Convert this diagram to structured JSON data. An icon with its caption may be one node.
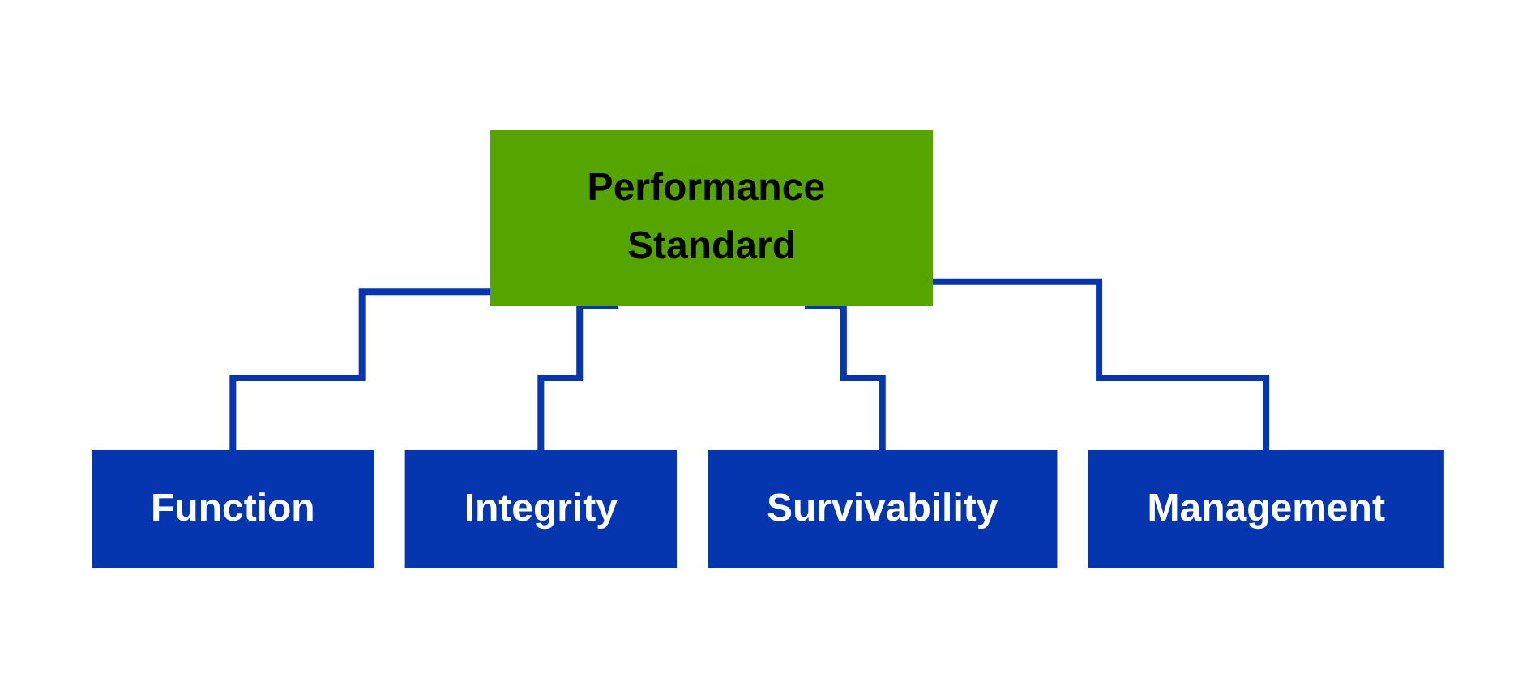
{
  "diagram": {
    "nodes": [
      {
        "text": [
          "Performance Standard"
        ]
      },
      {
        "text": [
          "Function"
        ]
      },
      {
        "text": [
          "Integrity"
        ]
      },
      {
        "text": [
          "Survivability"
        ]
      },
      {
        "text": [
          "Management"
        ]
      }
    ],
    "edges": [
      {
        "from": 0,
        "to": 1,
        "arrow": "none"
      },
      {
        "from": 0,
        "to": 2,
        "arrow": "none"
      },
      {
        "from": 0,
        "to": 3,
        "arrow": "none"
      },
      {
        "from": 0,
        "to": 4,
        "arrow": "none"
      }
    ]
  }
}
